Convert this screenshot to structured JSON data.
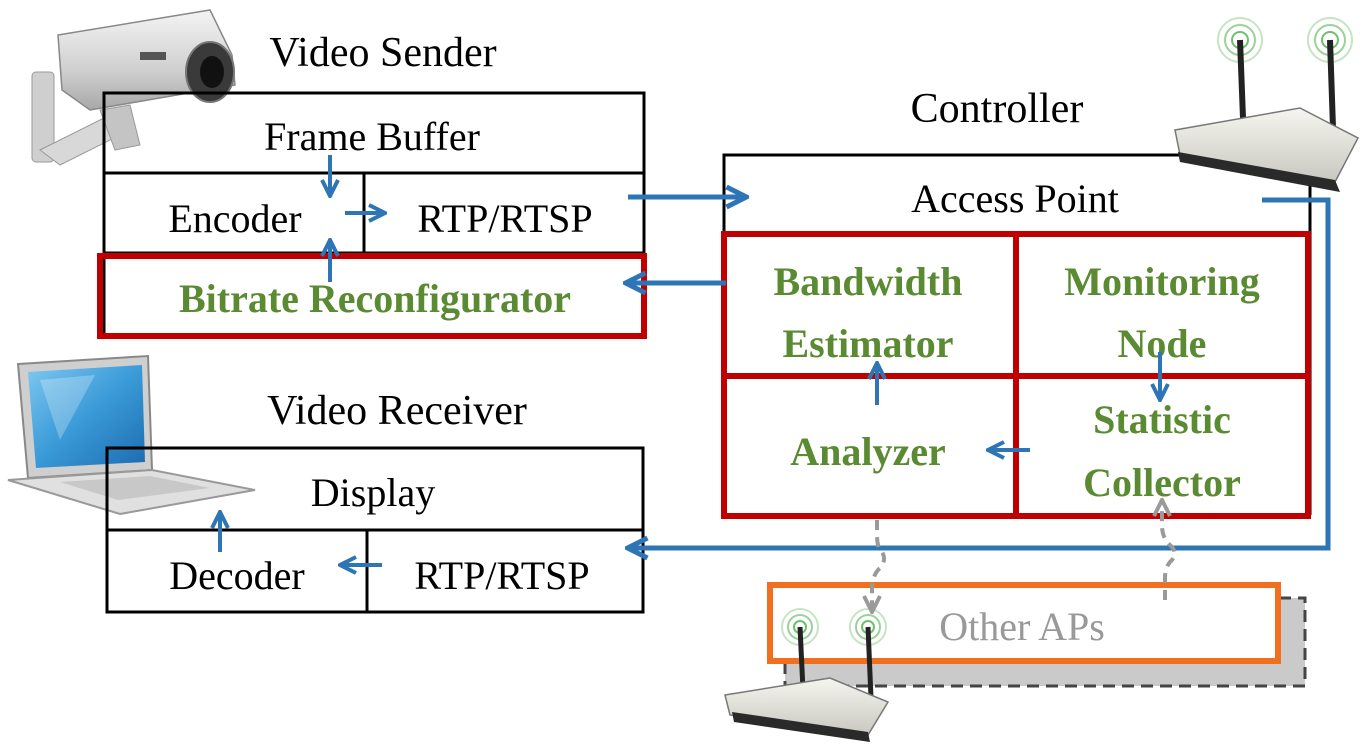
{
  "sender": {
    "title": "Video Sender",
    "frame_buffer": "Frame Buffer",
    "encoder": "Encoder",
    "rtp": "RTP/RTSP",
    "bitrate": "Bitrate Reconfigurator"
  },
  "receiver": {
    "title": "Video Receiver",
    "display": "Display",
    "decoder": "Decoder",
    "rtp": "RTP/RTSP"
  },
  "controller": {
    "title": "Controller",
    "access_point": "Access Point",
    "bandwidth_1": "Bandwidth",
    "bandwidth_2": "Estimator",
    "monitoring_1": "Monitoring",
    "monitoring_2": "Node",
    "analyzer": "Analyzer",
    "statistic_1": "Statistic",
    "statistic_2": "Collector"
  },
  "other_aps": "Other APs",
  "colors": {
    "green": "#5a8a32",
    "red": "#c00000",
    "blue": "#2e75b6",
    "orange": "#f07020",
    "gray": "#999999"
  },
  "icons": {
    "camera": "security-camera-icon",
    "laptop": "laptop-icon",
    "router": "wireless-router-icon"
  }
}
